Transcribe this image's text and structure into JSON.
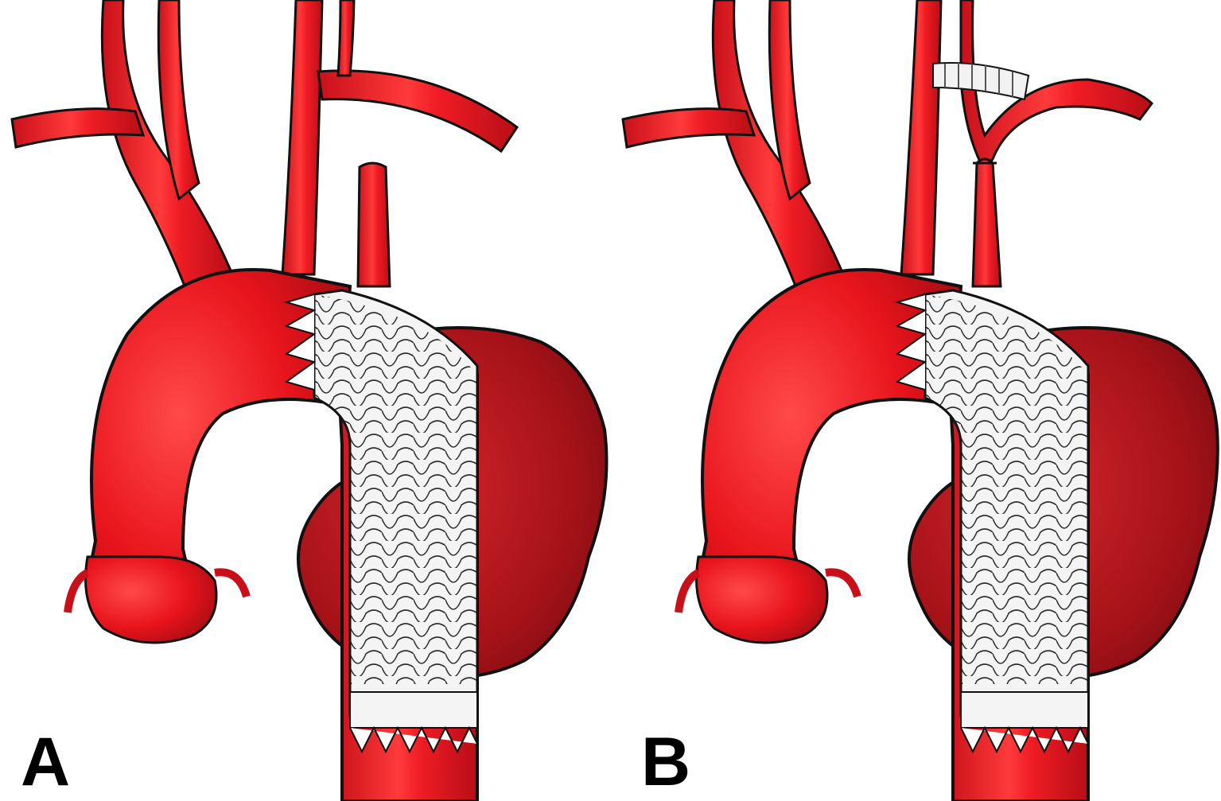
{
  "figure": {
    "panels": [
      {
        "id": "A",
        "label": "A",
        "description": "Aortic arch with thoracic stent graft; left subclavian artery transposed to left common carotid"
      },
      {
        "id": "B",
        "label": "B",
        "description": "Aortic arch with thoracic stent graft; carotid-subclavian bypass graft with ligation of proximal subclavian"
      }
    ],
    "colors": {
      "vessel": "#e8141c",
      "vessel_highlight": "#ff6b6b",
      "aneurysm": "#b3121a",
      "outline": "#111111",
      "stent_fabric": "#f4f4f4",
      "stent_wire": "#1a1a1a"
    }
  }
}
